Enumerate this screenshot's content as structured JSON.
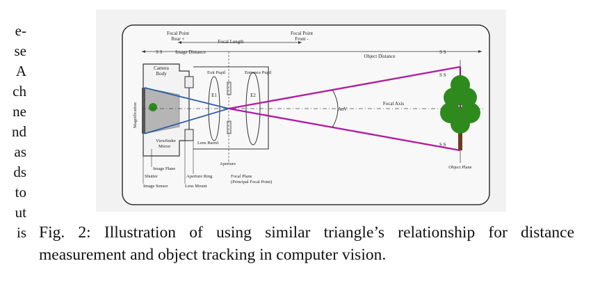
{
  "left_column_fragments": [
    "e-",
    "se",
    "A",
    "ch",
    "ne",
    "nd",
    "as",
    "ds",
    "to",
    "ut",
    "is"
  ],
  "figure": {
    "labels": {
      "focal_point_rear_1": "Focal Point",
      "focal_point_rear_2": "Rear +",
      "focal_length": "Focal Length",
      "focal_point_front_1": "Focal Point",
      "focal_point_front_2": "Front -",
      "image_distance": "Image Distance",
      "object_distance": "Object Distance",
      "break_mark": "S S",
      "camera_body_1": "Camera",
      "camera_body_2": "Body",
      "exit_pupil": "Exit Pupil",
      "entrance_pupil": "Entrance Pupil",
      "e1": "E1",
      "e2": "E2",
      "aov": "AoV",
      "focal_axis": "Focal Axis",
      "magnification": "Magnification",
      "viewfinder_1": "Viewfinder",
      "viewfinder_2": "Mirror",
      "lens_barrel": "Lens Barrel",
      "aperture": "Aperture",
      "image_plane": "Image Plane",
      "shutter": "Shutter",
      "aperture_ring": "Aperture Ring",
      "focal_plane_1": "Focal Plane",
      "focal_plane_2": "(Principal Focal Point)",
      "image_sensor": "Image Sensor",
      "lens_mount": "Lens Mount",
      "object_plane": "Object Plane"
    },
    "colors": {
      "ray_outer": "#b21f9f",
      "ray_inner": "#2f5fa8",
      "tree_green": "#2f8a1e",
      "sensor_shade": "#b5b5b5"
    }
  },
  "caption": {
    "text": "Fig. 2: Illustration of using similar triangle’s relationship for distance measurement and object tracking in computer vision."
  }
}
